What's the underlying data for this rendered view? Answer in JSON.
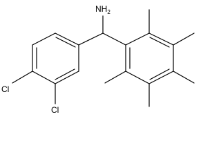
{
  "molecule": {
    "labels": {
      "amine": "NH",
      "amine_subscript": "2",
      "chloro_para": "Cl",
      "chloro_meta": "Cl"
    },
    "colors": {
      "bond": "#000000",
      "text": "#000000",
      "background": "#ffffff"
    }
  }
}
